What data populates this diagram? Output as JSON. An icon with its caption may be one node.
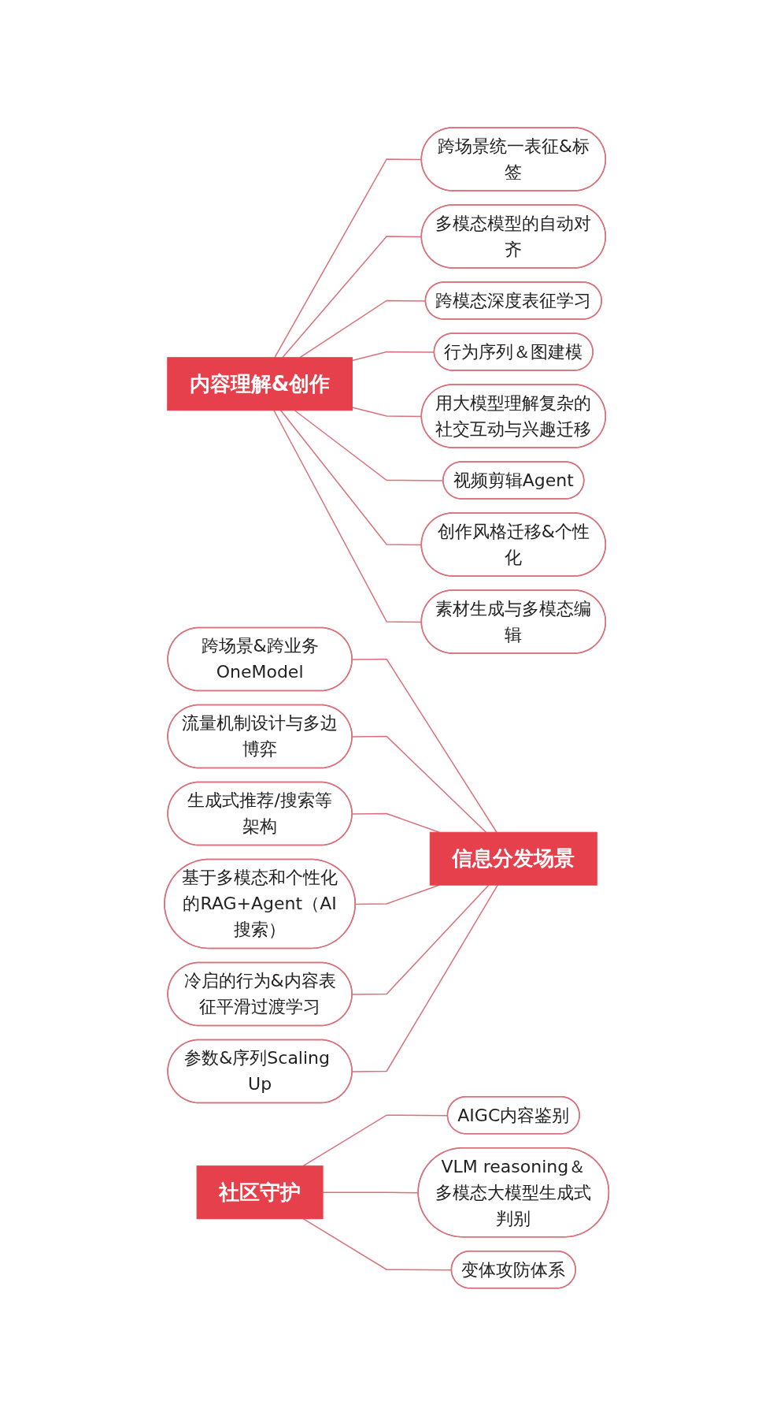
{
  "diagram": {
    "nodes": [
      {
        "text": [
          "内容理解&创作"
        ]
      },
      {
        "text": [
          "跨场景统一表征&标签"
        ]
      },
      {
        "text": [
          "多模态模型的自动对齐"
        ]
      },
      {
        "text": [
          "跨模态深度表征学习"
        ]
      },
      {
        "text": [
          "行为序列＆图建模"
        ]
      },
      {
        "text": [
          "用大模型理解复杂的社交互动与兴趣迁移"
        ]
      },
      {
        "text": [
          "视频剪辑Agent"
        ]
      },
      {
        "text": [
          "创作风格迁移&个性化"
        ]
      },
      {
        "text": [
          "素材生成与多模态编辑"
        ]
      },
      {
        "text": [
          "信息分发场景"
        ]
      },
      {
        "text": [
          "跨场景&跨业务OneModel"
        ]
      },
      {
        "text": [
          "流量机制设计与多边博弈"
        ]
      },
      {
        "text": [
          "生成式推荐/搜索等架构"
        ]
      },
      {
        "text": [
          "基于多模态和个性化的RAG+Agent（AI搜索）"
        ]
      },
      {
        "text": [
          "冷启的行为&内容表征平滑过渡学习"
        ]
      },
      {
        "text": [
          "参数&序列Scaling Up"
        ]
      },
      {
        "text": [
          "社区守护"
        ]
      },
      {
        "text": [
          "AIGC内容鉴别"
        ]
      },
      {
        "text": [
          "VLM reasoning＆多模态大模型生成式判别"
        ]
      },
      {
        "text": [
          "变体攻防体系"
        ]
      }
    ],
    "edges": [
      {
        "from": 0,
        "to": 1,
        "arrow": "none"
      },
      {
        "from": 0,
        "to": 2,
        "arrow": "none"
      },
      {
        "from": 0,
        "to": 3,
        "arrow": "none"
      },
      {
        "from": 0,
        "to": 4,
        "arrow": "none"
      },
      {
        "from": 0,
        "to": 5,
        "arrow": "none"
      },
      {
        "from": 0,
        "to": 6,
        "arrow": "none"
      },
      {
        "from": 0,
        "to": 7,
        "arrow": "none"
      },
      {
        "from": 0,
        "to": 8,
        "arrow": "none"
      },
      {
        "from": 10,
        "to": 9,
        "arrow": "none"
      },
      {
        "from": 11,
        "to": 9,
        "arrow": "none"
      },
      {
        "from": 12,
        "to": 9,
        "arrow": "none"
      },
      {
        "from": 13,
        "to": 9,
        "arrow": "none"
      },
      {
        "from": 14,
        "to": 9,
        "arrow": "none"
      },
      {
        "from": 15,
        "to": 9,
        "arrow": "none"
      },
      {
        "from": 16,
        "to": 17,
        "arrow": "none"
      },
      {
        "from": 16,
        "to": 18,
        "arrow": "none"
      },
      {
        "from": 16,
        "to": 19,
        "arrow": "none"
      }
    ]
  }
}
